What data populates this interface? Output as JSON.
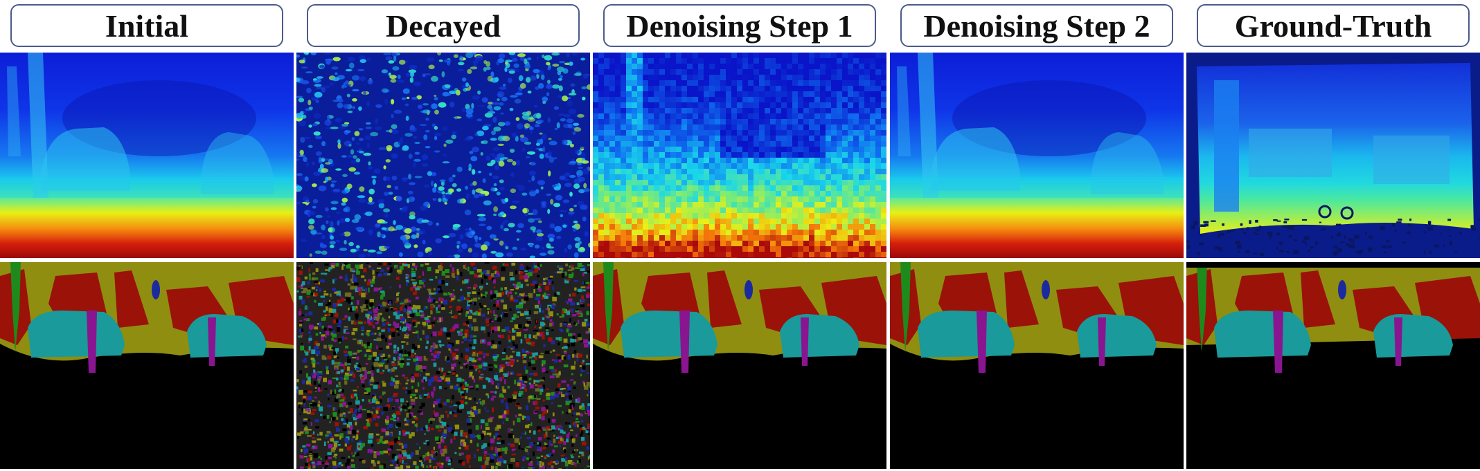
{
  "columns": [
    {
      "label": "Initial",
      "depth_style": "smooth",
      "seg_style": "smooth"
    },
    {
      "label": "Decayed",
      "depth_style": "noise",
      "seg_style": "noise"
    },
    {
      "label": "Denoising Step 1",
      "depth_style": "pixelated",
      "seg_style": "smooth"
    },
    {
      "label": "Denoising Step 2",
      "depth_style": "smooth",
      "seg_style": "smooth"
    },
    {
      "label": "Ground-Truth",
      "depth_style": "sparse",
      "seg_style": "sharp"
    }
  ],
  "colors": {
    "depth_far": "#0a1fd6",
    "depth_mid": "#19c8f0",
    "depth_near_yellow": "#e9f20e",
    "depth_near_red": "#b80a0a",
    "seg_vegetation": "#9a1208",
    "seg_building": "#8f8e10",
    "seg_car": "#1a9a9a",
    "seg_person": "#8a1590",
    "seg_road": "#000000",
    "seg_pole_green": "#1f8a1c",
    "seg_sign_blue": "#1c2aa0"
  }
}
